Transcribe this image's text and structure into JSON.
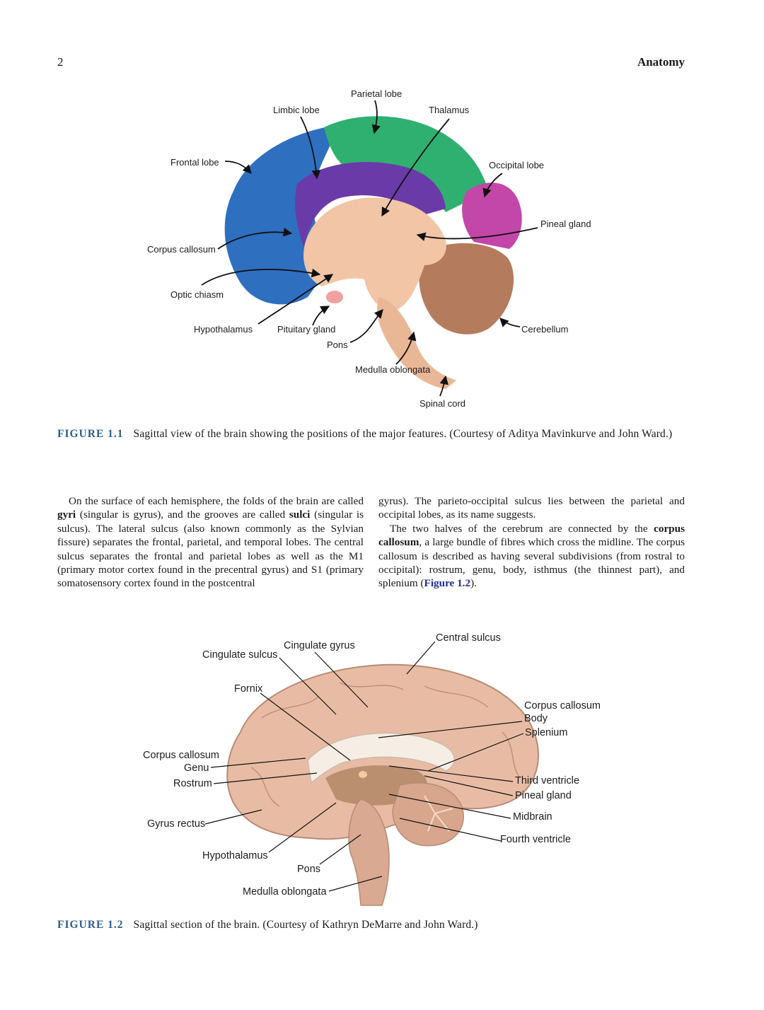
{
  "header": {
    "page_number": "2",
    "running_head": "Anatomy"
  },
  "figure1": {
    "labels": {
      "parietal_lobe": "Parietal lobe",
      "limbic_lobe": "Limbic lobe",
      "thalamus": "Thalamus",
      "frontal_lobe": "Frontal lobe",
      "occipital_lobe": "Occipital lobe",
      "pineal_gland": "Pineal gland",
      "corpus_callosum": "Corpus callosum",
      "optic_chiasm": "Optic chiasm",
      "hypothalamus": "Hypothalamus",
      "pituitary_gland": "Pituitary gland",
      "pons": "Pons",
      "cerebellum": "Cerebellum",
      "medulla_oblongata": "Medulla oblongata",
      "spinal_cord": "Spinal cord"
    },
    "caption_number": "FIGURE 1.1",
    "caption_text": "Sagittal view of the brain showing the positions of the major features. (Courtesy of Aditya Mavinkurve and John Ward.)"
  },
  "body": {
    "left": {
      "p1_a": "On the surface of each hemisphere, the folds of the brain are called ",
      "p1_gyri": "gyri",
      "p1_b": " (singular is gyrus), and the grooves are called ",
      "p1_sulci": "sulci",
      "p1_c": " (singular is sulcus). The lateral sulcus (also known commonly as the Sylvian fissure) separates the frontal, parietal, and temporal lobes. The central sulcus separates the frontal and parietal lobes as well as the M1 (primary motor cortex found in the precentral gyrus) and S1 (primary somatosensory cortex found in the postcentral"
    },
    "right": {
      "p1": "gyrus). The parieto-occipital sulcus lies between the parietal and occipital lobes, as its name suggests.",
      "p2_a": "The two halves of the cerebrum are connected by the ",
      "p2_bold": "corpus callosum",
      "p2_b": ", a large bundle of fibres which cross the midline. The corpus callosum is described as having several subdivisions (from rostral to occipital): rostrum, genu, body, isthmus (the thinnest part), and splenium (",
      "p2_ref": "Figure 1.2",
      "p2_c": ")."
    }
  },
  "figure2": {
    "labels": {
      "central_sulcus": "Central sulcus",
      "cingulate_gyrus": "Cingulate gyrus",
      "cingulate_sulcus": "Cingulate sulcus",
      "fornix": "Fornix",
      "cc_title": "Corpus callosum",
      "body": "Body",
      "splenium": "Splenium",
      "cc_left_title": "Corpus callosum",
      "genu": "Genu",
      "rostrum": "Rostrum",
      "third_ventricle": "Third ventricle",
      "pineal_gland": "Pineal gland",
      "midbrain": "Midbrain",
      "gyrus_rectus": "Gyrus rectus",
      "fourth_ventricle": "Fourth ventricle",
      "hypothalamus": "Hypothalamus",
      "pons": "Pons",
      "medulla_oblongata": "Medulla oblongata"
    },
    "caption_number": "FIGURE 1.2",
    "caption_text": "Sagittal section of the brain. (Courtesy of Kathryn DeMarre and John Ward.)"
  }
}
